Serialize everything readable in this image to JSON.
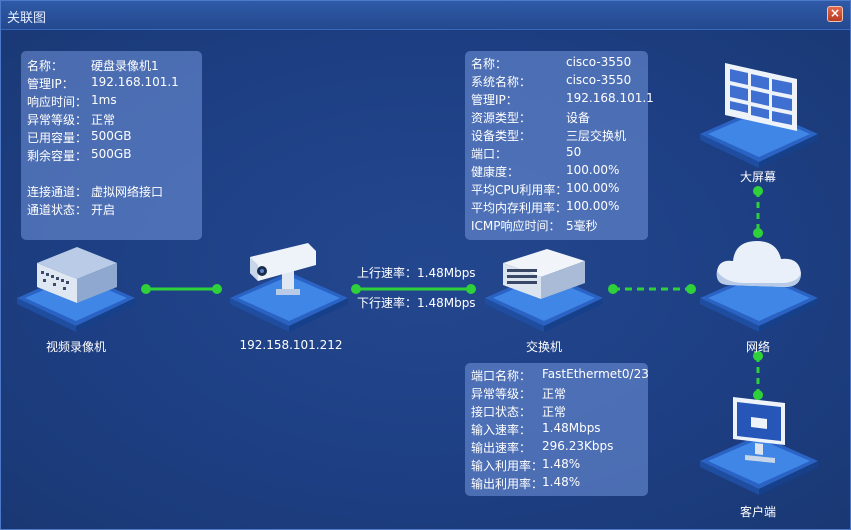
{
  "window": {
    "title": "关联图",
    "close_icon": "×"
  },
  "panels": {
    "dvr": {
      "rows": [
        {
          "label": "名称：",
          "value": "硬盘录像机1"
        },
        {
          "label": "管理IP：",
          "value": "192.168.101.1"
        },
        {
          "label": "响应时间：",
          "value": "1ms"
        },
        {
          "label": "异常等级：",
          "value": "正常"
        },
        {
          "label": "已用容量：",
          "value": "500GB"
        },
        {
          "label": "剩余容量：",
          "value": "500GB"
        },
        {
          "label": "连接通道：",
          "value": "虚拟网络接口"
        },
        {
          "label": "通道状态：",
          "value": "开启"
        }
      ]
    },
    "switch": {
      "rows": [
        {
          "label": "名称：",
          "value": "cisco-3550"
        },
        {
          "label": "系统名称：",
          "value": "cisco-3550"
        },
        {
          "label": "管理IP：",
          "value": "192.168.101.1"
        },
        {
          "label": "资源类型：",
          "value": "设备"
        },
        {
          "label": "设备类型：",
          "value": "三层交换机"
        },
        {
          "label": "端口：",
          "value": "50"
        },
        {
          "label": "健康度：",
          "value": "100.00%"
        },
        {
          "label": "平均CPU利用率：",
          "value": "100.00%"
        },
        {
          "label": "平均内存利用率：",
          "value": "100.00%"
        },
        {
          "label": "ICMP响应时间：",
          "value": "5毫秒"
        }
      ]
    },
    "port": {
      "rows": [
        {
          "label": "端口名称：",
          "value": "FastEthermet0/23"
        },
        {
          "label": "异常等级：",
          "value": "正常"
        },
        {
          "label": "接口状态：",
          "value": "正常"
        },
        {
          "label": "输入速率：",
          "value": "1.48Mbps"
        },
        {
          "label": "输出速率：",
          "value": "296.23Kbps"
        },
        {
          "label": "输入利用率：",
          "value": "1.48%"
        },
        {
          "label": "输出利用率：",
          "value": "1.48%"
        }
      ]
    }
  },
  "nodes": {
    "dvr": {
      "label": "视频录像机"
    },
    "camera": {
      "label": "192.158.101.212"
    },
    "switch": {
      "label": "交换机"
    },
    "network": {
      "label": "网络"
    },
    "screen": {
      "label": "大屏幕"
    },
    "client": {
      "label": "客户端"
    }
  },
  "links": {
    "uplink": "上行速率：1.48Mbps",
    "downlink": "下行速率：1.48Mbps"
  },
  "colors": {
    "link_green": "#2fd13a",
    "panel": "#7396dc",
    "platform_top": "#3f86e6",
    "background": "#1d3e82"
  }
}
